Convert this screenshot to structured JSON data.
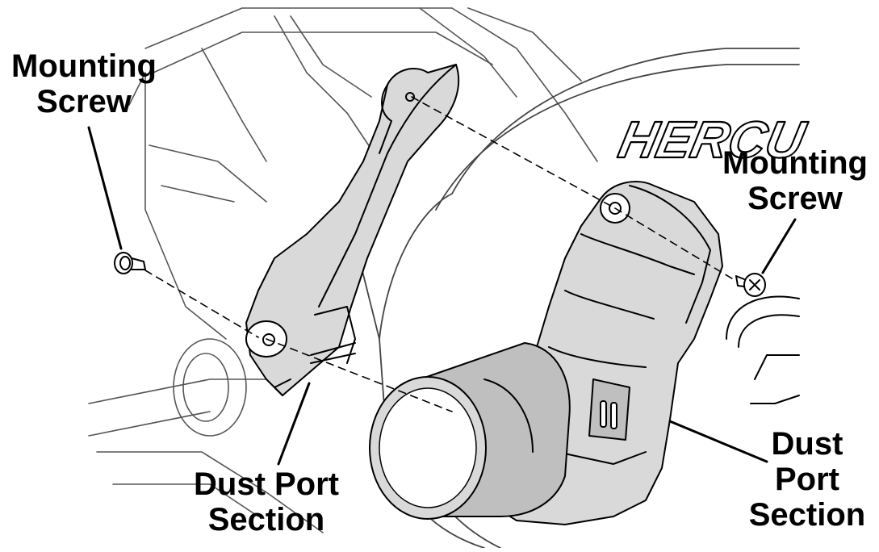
{
  "callouts": {
    "left_screw": {
      "line1": "Mounting",
      "line2": "Screw"
    },
    "right_screw": {
      "line1": "Mounting",
      "line2": "Screw"
    },
    "left_port": {
      "line1": "Dust Port",
      "line2": "Section"
    },
    "right_port": {
      "line1": "Dust",
      "line2": "Port",
      "line3": "Section"
    }
  },
  "brand_text": "HERCU",
  "colors": {
    "line": "#000000",
    "fill_gray": "#d9d9d9",
    "fill_dark": "#bfbfbf",
    "background": "#ffffff"
  }
}
